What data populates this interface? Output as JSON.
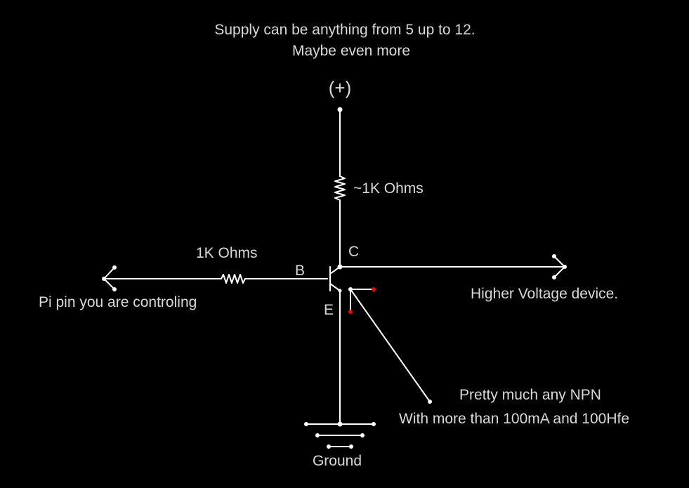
{
  "notes": {
    "supply_line1": "Supply can be anything from 5 up to 12.",
    "supply_line2": "Maybe even more",
    "npn_line1": "Pretty much any NPN",
    "npn_line2": "With more than 100mA and 100Hfe"
  },
  "supply_symbol": "(+)",
  "resistors": {
    "collector": "~1K Ohms",
    "base": "1K Ohms"
  },
  "transistor_pins": {
    "base": "B",
    "collector": "C",
    "emitter": "E"
  },
  "io": {
    "input": "Pi pin you are controling",
    "output": "Higher Voltage device."
  },
  "ground": "Ground",
  "colors": {
    "background": "#000000",
    "wire": "#ffffff",
    "text": "#d9d9d9",
    "highlight": "#ff0000"
  }
}
